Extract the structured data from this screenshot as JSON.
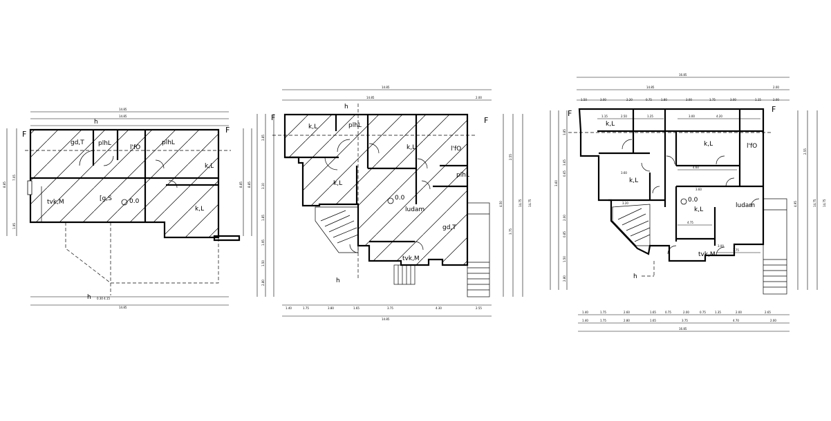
{
  "plan1": {
    "rooms": [
      "gd,T",
      "plhL",
      "l'fO",
      "plhL",
      "k,L",
      "[g,S",
      "k,L",
      "tvk,M"
    ],
    "level": "0.0",
    "section_marks": [
      "F",
      "F"
    ],
    "cut_labels": [
      "h",
      "h"
    ],
    "dims_top": [
      "14.85",
      "14.85"
    ],
    "dims_bottom": [
      "14.85"
    ],
    "dim_small": "0.30 4.15",
    "dims_left": [
      "8.85",
      "7.05",
      "1.95"
    ],
    "dims_right": [
      "8.85",
      "8.85"
    ]
  },
  "plan2": {
    "rooms": [
      "k,L",
      "plhL",
      "k,L",
      "l'fO",
      "k,L",
      "plhL",
      "ludam",
      "gd,T",
      "tvk,M"
    ],
    "level": "0.0",
    "section_marks": [
      "F",
      "F"
    ],
    "cut_labels": [
      "h",
      "h"
    ],
    "dims_top": [
      "14.85",
      "14.85",
      "2.00"
    ],
    "dims_bottom": [
      "1.40",
      "1.75",
      "3.80",
      "1.65",
      "3.75",
      "4.30",
      "2.55",
      "14.85"
    ],
    "dims_left": [
      "3.85",
      "3.10",
      "1.85",
      "1.95",
      "1.50",
      "2.80"
    ],
    "dims_right": [
      "2.55",
      "3.75",
      "14.75",
      "4.50",
      "14.75"
    ]
  },
  "plan3": {
    "rooms": [
      "k,L",
      "k,L",
      "l'fO",
      "k,L",
      "k,L",
      "ludam",
      "tvk,M"
    ],
    "level": "0.0",
    "section_marks": [
      "F",
      "F"
    ],
    "cut_labels": [
      "h"
    ],
    "dims_top": [
      "16.85",
      "14.85",
      "2.00"
    ],
    "dims_top_detail": [
      "1.50",
      "3.00",
      "2.20",
      "0.75",
      "1.80",
      "3.00",
      "1.75",
      "3.00",
      "1.15",
      "2.00"
    ],
    "dims_bottom_row1": [
      "1.40",
      "1.75",
      "2.60",
      "1.65",
      "0.75",
      "2.00",
      "0.75",
      "1.35",
      "2.00",
      "2.65"
    ],
    "dims_bottom_row2": [
      "1.40",
      "1.75",
      "2.80",
      "1.65",
      "3.75",
      "4.70",
      "2.00"
    ],
    "dims_bottom_total": "16.85",
    "dims_left": [
      "3.85",
      "3.65",
      "0.65",
      "3.60",
      "2.00",
      "0.85",
      "1.50",
      "2.80"
    ],
    "dims_right": [
      "2.55",
      "14.75",
      "4.95",
      "14.75"
    ],
    "interior_dims": [
      "1.15",
      "2.50",
      "1.25",
      "3.00",
      "3.60",
      "4.60",
      "4.20",
      "3.60",
      "4.75",
      "3.20",
      "3.75",
      "3.00"
    ]
  }
}
